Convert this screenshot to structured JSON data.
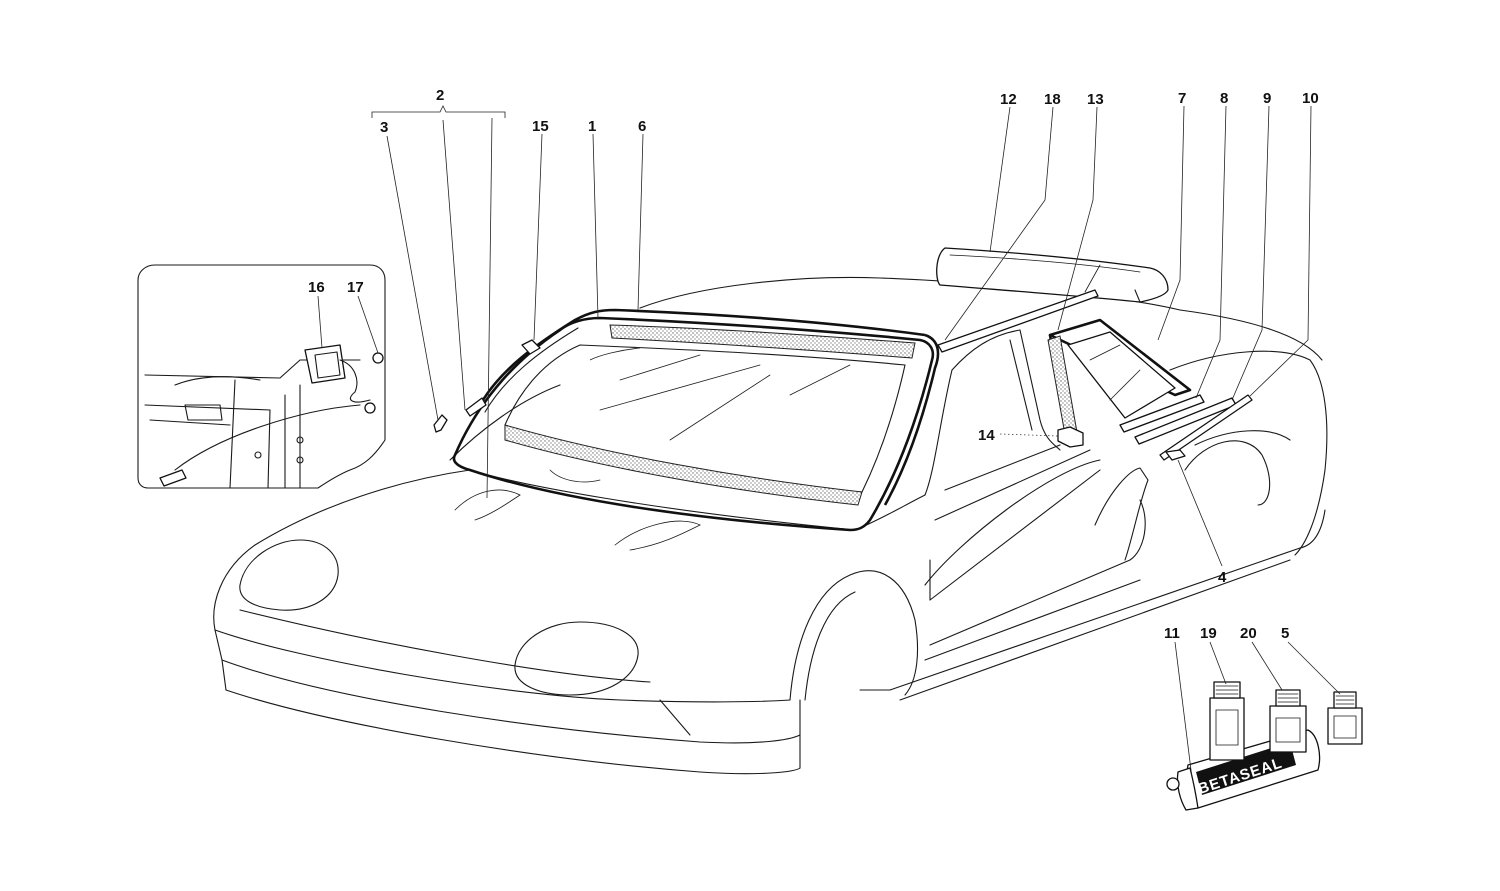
{
  "diagram": {
    "callouts": {
      "c1": "1",
      "c2": "2",
      "c3": "3",
      "c4": "4",
      "c5": "5",
      "c6": "6",
      "c7": "7",
      "c8": "8",
      "c9": "9",
      "c10": "10",
      "c11": "11",
      "c12": "12",
      "c13": "13",
      "c14": "14",
      "c15": "15",
      "c16": "16",
      "c17": "17",
      "c18": "18",
      "c19": "19",
      "c20": "20"
    },
    "tube_label": "BETASEAL"
  }
}
